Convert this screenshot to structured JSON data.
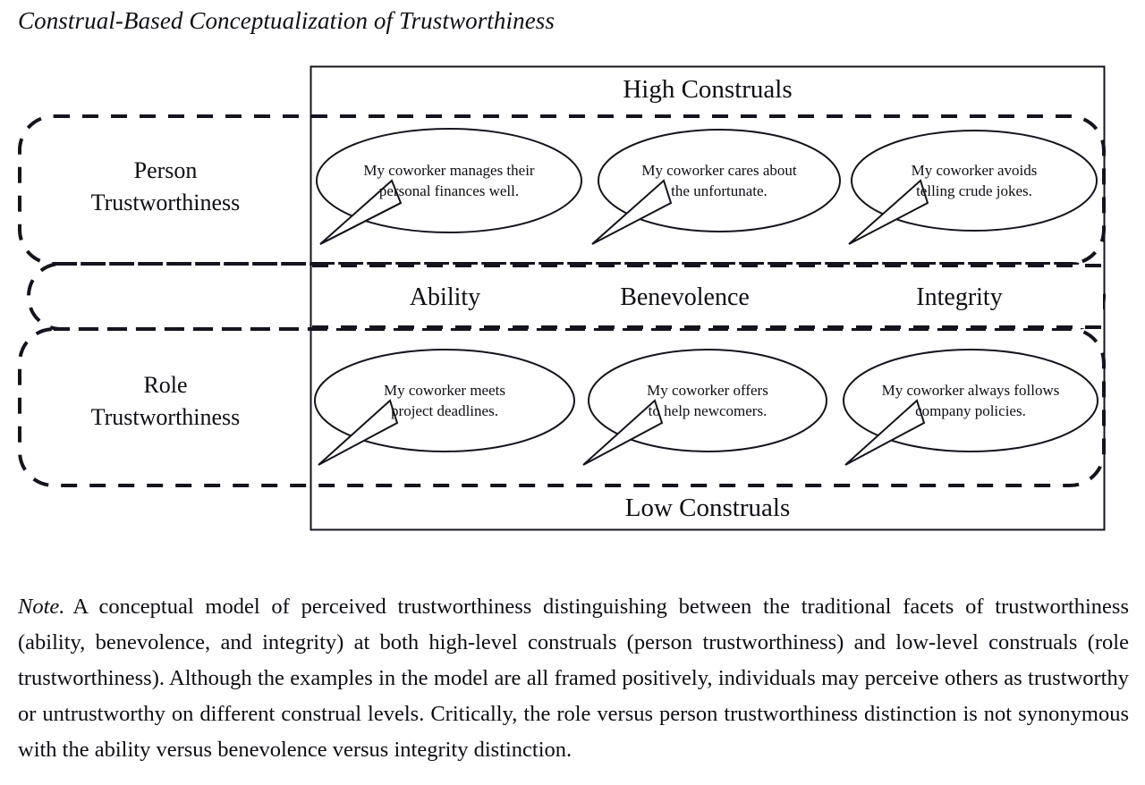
{
  "figure": {
    "title": "Construal-Based Conceptualization of Trustworthiness"
  },
  "diagram": {
    "top_band_label": "High Construals",
    "bottom_band_label": "Low Construals",
    "left_labels": {
      "top_line1": "Person",
      "top_line2": "Trustworthiness",
      "bottom_line1": "Role",
      "bottom_line2": "Trustworthiness"
    },
    "facets": [
      {
        "name": "Ability"
      },
      {
        "name": "Benevolence"
      },
      {
        "name": "Integrity"
      }
    ],
    "high_construal_examples": [
      {
        "line1": "My coworker manages their",
        "line2": "personal finances well."
      },
      {
        "line1": "My coworker cares about",
        "line2": "the unfortunate."
      },
      {
        "line1": "My coworker avoids",
        "line2": "telling crude jokes."
      }
    ],
    "low_construal_examples": [
      {
        "line1": "My coworker meets",
        "line2": "project deadlines."
      },
      {
        "line1": "My coworker offers",
        "line2": "to help newcomers."
      },
      {
        "line1": "My coworker always follows",
        "line2": "company policies."
      }
    ],
    "colors": {
      "stroke": "#14141e",
      "background": "#ffffff"
    }
  },
  "note": {
    "label": "Note.",
    "body": "A conceptual model of perceived trustworthiness distinguishing between the traditional facets of trustworthiness (ability, benevolence, and integrity) at both high-level construals (person trustworthiness) and low-level construals (role trustworthiness). Although the examples in the model are all framed positively, individuals may perceive others as trustworthy or untrustworthy on different construal levels. Critically, the role versus person trustworthiness distinction is not synonymous with the ability versus benevolence versus integrity distinction."
  }
}
